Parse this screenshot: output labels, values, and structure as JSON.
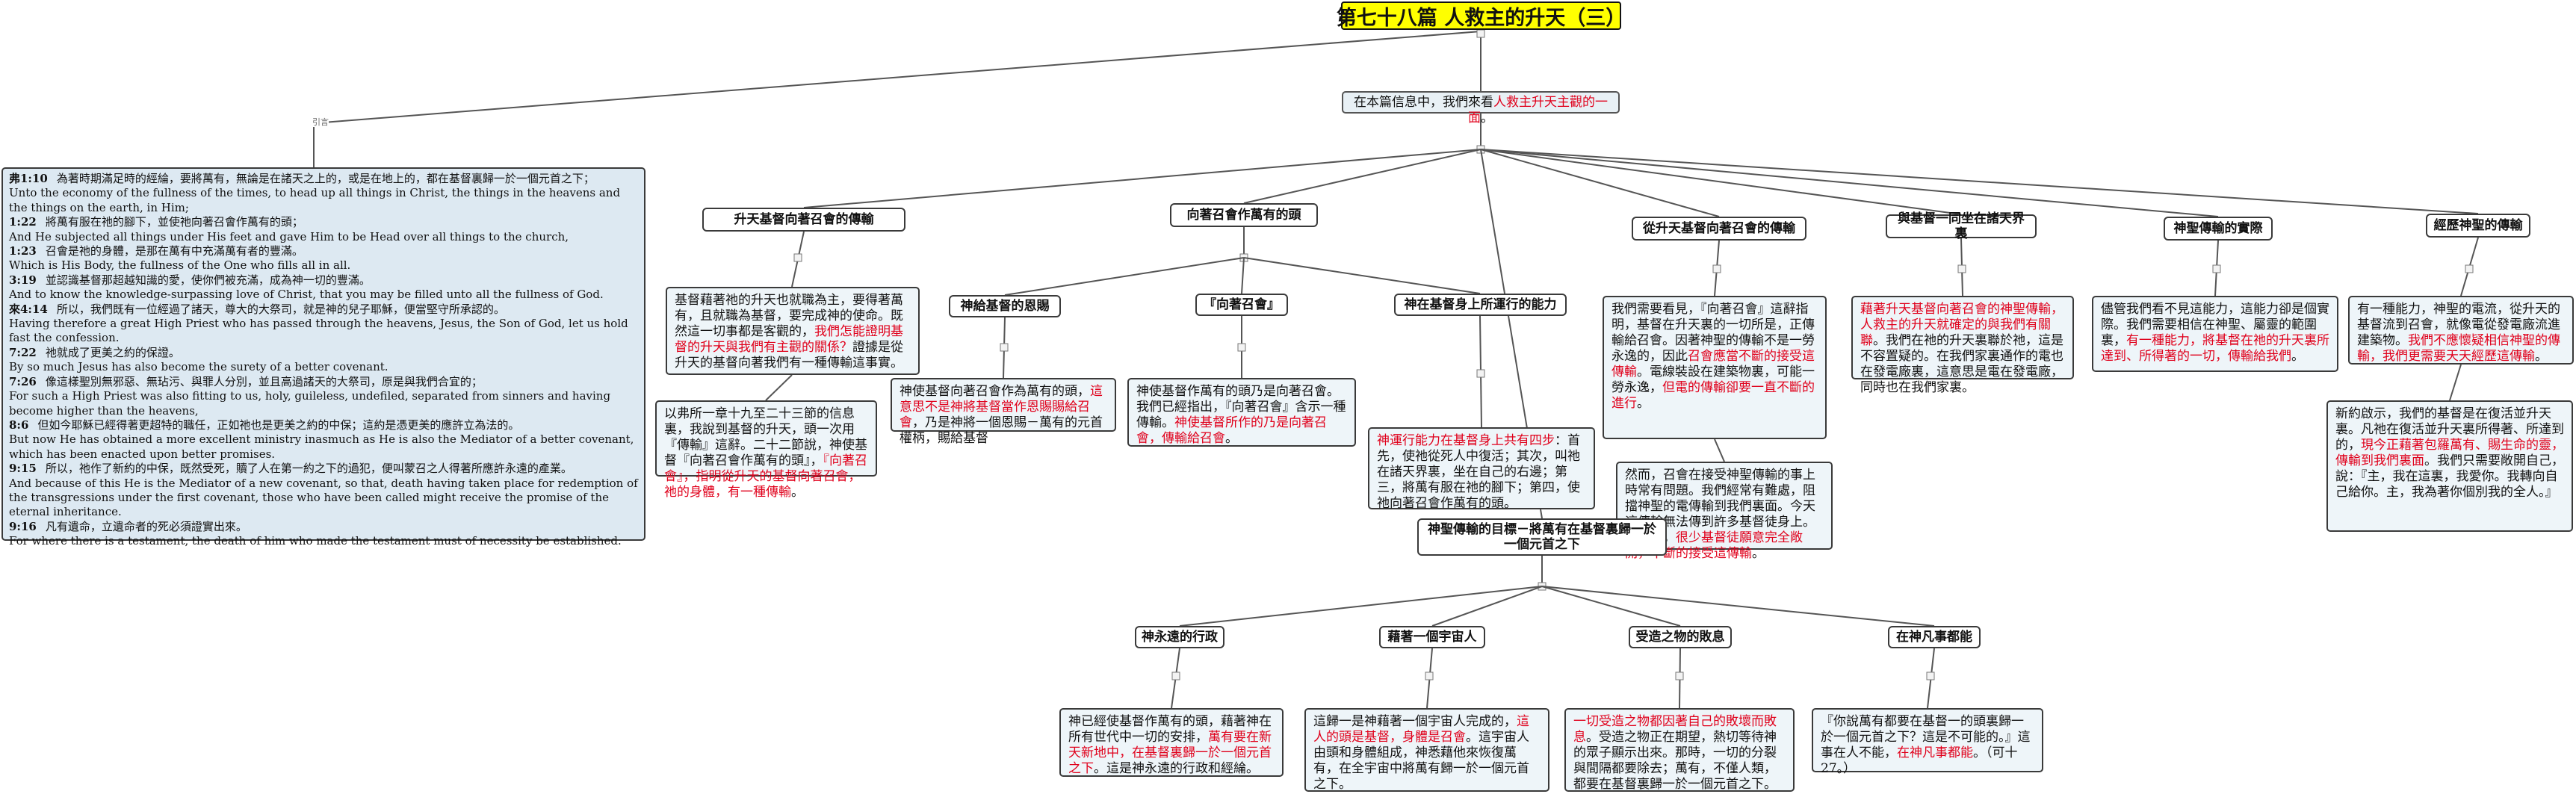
{
  "title": "第七十八篇 人救主的升天（三）",
  "intro": {
    "pre": "在本篇信息中，我們來看",
    "red": "人救主升天主觀的一面",
    "post": "。"
  },
  "connector_yinzi": "引言",
  "verses": [
    {
      "ref": "弗1:10",
      "zh": "為著時期滿足時的經綸，要將萬有，無論是在諸天之上的，或是在地上的，都在基督裏歸一於一個元首之下；",
      "en": "Unto the economy of the fullness of the times, to head up all things in Christ, the things in the heavens and the things on the earth, in Him;"
    },
    {
      "ref": "1:22",
      "zh": "將萬有服在祂的腳下，並使祂向著召會作萬有的頭；",
      "en": "And He subjected all things under His feet and gave Him to be Head over all things to the church,"
    },
    {
      "ref": "1:23",
      "zh": "召會是祂的身體，是那在萬有中充滿萬有者的豐滿。",
      "en": "Which is His Body, the fullness of the One who fills all in all."
    },
    {
      "ref": "3:19",
      "zh": "並認識基督那超越知識的愛，使你們被充滿，成為神一切的豐滿。",
      "en": "And to know the knowledge-surpassing love of Christ, that you may be filled unto all the fullness of God."
    },
    {
      "ref": "來4:14",
      "zh": "所以，我們既有一位經過了諸天，尊大的大祭司，就是神的兒子耶穌，便當堅守所承認的。",
      "en": "Having therefore a great High Priest who has passed through the heavens, Jesus, the Son of God, let us hold fast the confession."
    },
    {
      "ref": "7:22",
      "zh": "祂就成了更美之約的保證。",
      "en": "By so much Jesus has also become the surety of a better covenant."
    },
    {
      "ref": "7:26",
      "zh": "像這樣聖別無邪惡、無玷污、與罪人分別，並且高過諸天的大祭司，原是與我們合宜的；",
      "en": "For such a High Priest was also fitting to us, holy, guileless, undefiled, separated from sinners and having become higher than the heavens,"
    },
    {
      "ref": "8:6",
      "zh": "但如今耶穌已經得著更超特的職任，正如祂也是更美之約的中保；這約是憑更美的應許立為法的。",
      "en": "But now He has obtained a more excellent ministry inasmuch as He is also the Mediator of a better covenant, which has been enacted upon better promises."
    },
    {
      "ref": "9:15",
      "zh": "所以，祂作了新約的中保，既然受死，贖了人在第一約之下的過犯，便叫蒙召之人得著所應許永遠的產業。",
      "en": "And because of this He is the Mediator of a new covenant, so that, death having taken place for redemption of the transgressions under the first covenant, those who have been called might receive the promise of the eternal inheritance."
    },
    {
      "ref": "9:16",
      "zh": "凡有遺命，立遺命者的死必須證實出來。",
      "en": "For where there is a testament, the death of him who made the testament must of necessity be established."
    }
  ],
  "branches": {
    "b1": {
      "label": "升天基督向著召會的傳輸",
      "text1": {
        "pre": "基督藉著祂的升天也就職為主，要得著萬有，且就職為基督，要完成神的使命。既然這一切事都是客觀的，",
        "red": "我們怎能證明基督的升天與我們有主觀的關係？",
        "post": "證據是從升天的基督向著我們有一種傳輸這事實。"
      },
      "text2": {
        "pre": "以弗所一章十九至二十三節的信息裏，我說到基督的升天，頭一次用『傳輸』這辭。二十二節說，神使基督『向著召會作萬有的頭』，",
        "red": "『向著召會』，指明從升天的基督向著召會，祂的身體，有一種傳輸",
        "post": "。"
      }
    },
    "b2": {
      "label": "向著召會作萬有的頭",
      "s1": {
        "label": "神給基督的恩賜",
        "pre": "神使基督向著召會作為萬有的頭，",
        "red": "這意思不是神將基督當作恩賜賜給召會",
        "post": "，乃是神將一個恩賜－萬有的元首權柄，賜給基督"
      },
      "s2": {
        "label": "『向著召會』",
        "pre": "神使基督作萬有的頭乃是向著召會。我們已經指出，『向著召會』含示一種傳輸。",
        "red": "神使基督所作的乃是向著召會，傳輸給召會",
        "post": "。"
      },
      "s3": {
        "label": "神在基督身上所運行的能力",
        "red": "神運行能力在基督身上共有四步",
        "post": "：首先，使祂從死人中復活；其次，叫祂在諸天界裏，坐在自己的右邊；第三，將萬有服在祂的腳下；第四，使祂向著召會作萬有的頭。"
      }
    },
    "b3": {
      "label": "從升天基督向著召會的傳輸",
      "text1": {
        "pre": "我們需要看見，『向著召會』這辭指明，基督在升天裏的一切所是，正傳輸給召會。因著神聖的傳輸不是一勞永逸的，因此",
        "red": "召會應當不斷的接受這傳輸",
        "mid": "。電線裝設在建築物裏，可能一勞永逸，",
        "red2": "但電的傳輸卻要一直不斷的進行",
        "post": "。"
      },
      "text2": {
        "pre": "然而，召會在接受神聖傳輸的事上時常有問題。我們經常有難處，阻擋神聖的電傳輸到我們裏面。今天這傳輸無法傳到許多基督徒身上。事實上，",
        "red": "很少基督徒願意完全敞開，不斷的接受這傳輸",
        "post": "。"
      }
    },
    "b4": {
      "label": "與基督一同坐在諸天界裏",
      "text1": {
        "red": "藉著升天基督向著召會的神聖傳輸，人救主的升天就確定的與我們有關聯",
        "post": "。我們在祂的升天裏聯於祂，這是不容置疑的。在我們家裏通作的電也在發電廠裏，這意思是電在發電廠，同時也在我們家裏。"
      }
    },
    "b5": {
      "label": "神聖傳輸的實際",
      "text1": {
        "pre": "儘管我們看不見這能力，這能力卻是個實際。我們需要相信在神聖、屬靈的範圍裏，",
        "red": "有一種能力，將基督在祂的升天裏所達到、所得著的一切，傳輸給我們",
        "post": "。"
      }
    },
    "b6": {
      "label": "經歷神聖的傳輸",
      "text1": {
        "pre": "有一種能力，神聖的電流，從升天的基督流到召會，就像電從發電廠流進建築物。",
        "red": "我們不應懷疑相信神聖的傳輸，我們更需要天天經歷這傳輸",
        "post": "。"
      },
      "text2": {
        "pre": "新約啟示，我們的基督是在復活並升天裏。凡祂在復活並升天裏所得著、所達到的，",
        "red": "現今正藉著包羅萬有、賜生命的靈，傳輸到我們裏面",
        "post": "。我們只需要敞開自己，說：『主，我在這裏，我愛你。我轉向自己給你。主，我為著你個別我的全人。』"
      }
    },
    "goal": {
      "label": "神聖傳輸的目標－將萬有在基督裏歸一於一個元首之下",
      "g1": {
        "label": "神永遠的行政",
        "pre": "神已經使基督作萬有的頭，藉著神在所有世代中一切的安排，",
        "red": "萬有要在新天新地中，在基督裏歸一於一個元首之下",
        "post": "。這是神永遠的行政和經綸。"
      },
      "g2": {
        "label": "藉著一個宇宙人",
        "pre": "這歸一是神藉著一個宇宙人完成的，",
        "red": "這人的頭是基督，身體是召會",
        "post": "。這宇宙人由頭和身體組成，神悉藉他來恢復萬有，在全宇宙中將萬有歸一於一個元首之下。"
      },
      "g3": {
        "label": "受造之物的敗息",
        "red": "一切受造之物都因著自己的敗壞而敗息",
        "post": "。受造之物正在期望，熱切等待神的眾子顯示出來。那時，一切的分裂與間隔都要除去；萬有，不僅人類，都要在基督裏歸一於一個元首之下。"
      },
      "g4": {
        "label": "在神凡事都能",
        "pre": "『你說萬有都要在基督一的頭裏歸一於一個元首之下？這是不可能的。』這事在人不能，",
        "red": "在神凡事都能",
        "post": "。（可十27。）"
      }
    }
  },
  "colors": {
    "title_bg": "#ffff00",
    "box_blue": "#dde9f2",
    "highlight": "#e0001b",
    "line": "#555555"
  },
  "icons": [
    "expand-knob-icon",
    "collapse-knob-icon"
  ]
}
